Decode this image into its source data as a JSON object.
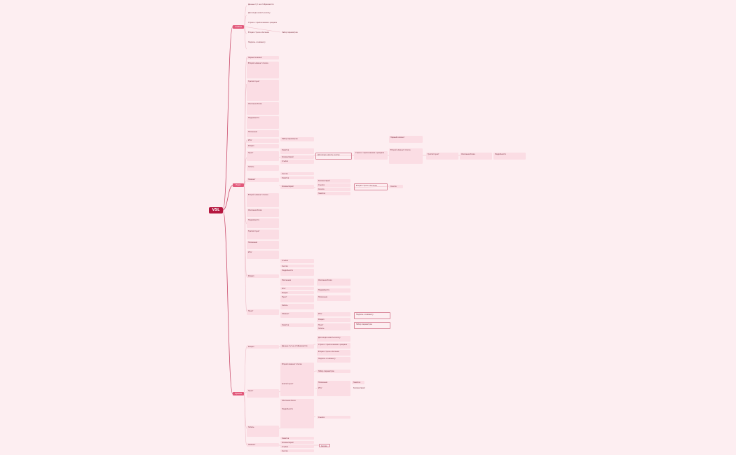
{
  "root": {
    "label": "VSL"
  },
  "branches": [
    {
      "key": "b1",
      "label": "Слабая"
    },
    {
      "key": "b2",
      "label": "Плюс"
    },
    {
      "key": "b3",
      "label": "Правая"
    }
  ],
  "nodes": {
    "a1": "Данные тут не отображаются",
    "a2": "Для входа нажать кнопку",
    "a3": "Строка с приложением в разделе",
    "a4": "Вторая строка описание",
    "a5": "Подпись к элементу",
    "a6": "Набор параметров",
    "c1": "Первый элемент",
    "c2": "Второй элемент списка",
    "c3": "Третий пункт",
    "c4": "Описание блока",
    "c5": "Подробности",
    "c6": "Пояснение",
    "c7": "Итог",
    "d1": "Раздел",
    "d2": "Пункт",
    "d3": "Запись",
    "d4": "Элемент",
    "e1": "Заметка",
    "e2": "Комментарий",
    "e3": "Ссылка",
    "e4": "Сноска"
  }
}
